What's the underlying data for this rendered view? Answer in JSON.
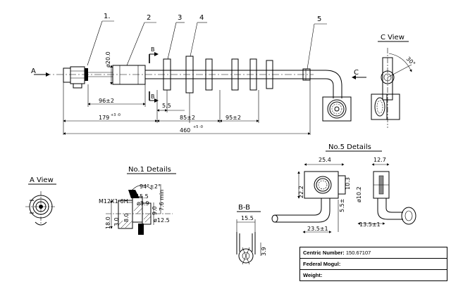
{
  "callouts": [
    "1.",
    "2",
    "3",
    "4",
    "5"
  ],
  "main_view": {
    "arrow_a": "A",
    "arrow_c": "C",
    "section_b": "B",
    "dia_label": "ø20.0",
    "dim_96": "96±2",
    "dim_5_5": "5.5",
    "dim_179": "179",
    "dim_179_tol": "+3 -0",
    "dim_85": "85±2",
    "dim_95": "95±2",
    "dim_460": "460",
    "dim_460_tol": "+5 -0"
  },
  "c_view": {
    "title": "C View",
    "angle": "30°"
  },
  "a_view": {
    "title": "A View"
  },
  "no1_details": {
    "title": "No.1 Details",
    "thread": "M12X1-6H",
    "angle": "94°±2°",
    "d15_5": "ø15.5",
    "d8_9": "ø8.9",
    "d7_6": "7.6 min",
    "d9_0": "9.0",
    "d18_0": "18.0",
    "d3_0": "3.0",
    "d8_0": "8.0",
    "d12_5": "ø12.5"
  },
  "bb_view": {
    "title": "B-B",
    "width": "15.5",
    "height": "3.9"
  },
  "no5_details": {
    "title": "No.5 Details",
    "w25_4": "25.4",
    "w12_7": "12.7",
    "h22_2": "22.2",
    "d10_3": "10.3",
    "d10_2": "ø10.2",
    "d5_5": "5.5±",
    "w23_5": "23.5±1",
    "w13_5": "13.5±1"
  },
  "title_block": {
    "centric_label": "Centric Number:",
    "centric_value": "150.67107",
    "federal_label": "Federal Mogul:",
    "federal_value": "",
    "weight_label": "Weight:",
    "weight_value": ""
  }
}
